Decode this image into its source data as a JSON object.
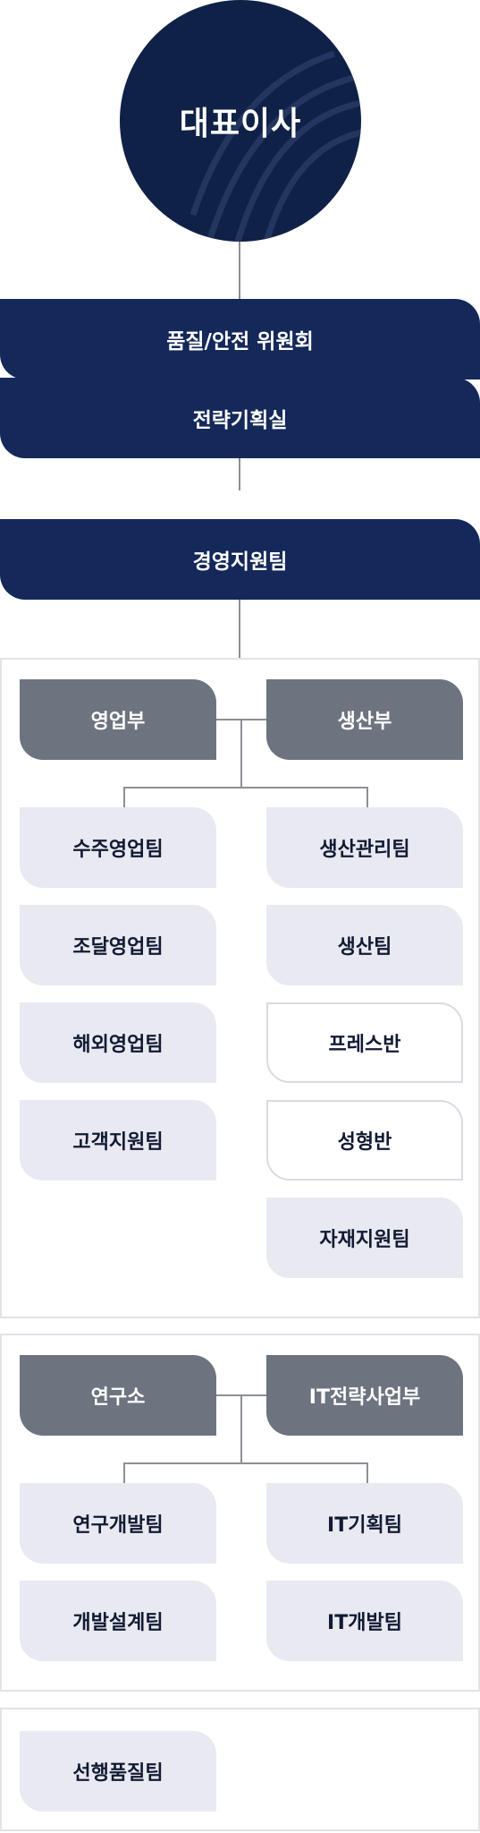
{
  "ceo": {
    "label": "대표이사"
  },
  "committees": [
    {
      "label": "품질/안전 위원회"
    },
    {
      "label": "전략기획실"
    },
    {
      "label": "경영지원팀"
    }
  ],
  "group1": {
    "divisions": [
      {
        "label": "영업부"
      },
      {
        "label": "생산부"
      }
    ],
    "left_teams": [
      {
        "label": "수주영업팀"
      },
      {
        "label": "조달영업팀"
      },
      {
        "label": "해외영업팀"
      },
      {
        "label": "고객지원팀"
      }
    ],
    "right_teams": [
      {
        "label": "생산관리팀"
      },
      {
        "label": "생산팀"
      },
      {
        "label": "프레스반"
      },
      {
        "label": "성형반"
      },
      {
        "label": "자재지원팀"
      }
    ]
  },
  "group2": {
    "divisions": [
      {
        "label": "연구소"
      },
      {
        "label": "IT전략사업부"
      }
    ],
    "left_teams": [
      {
        "label": "연구개발팀"
      },
      {
        "label": "개발설계팀"
      }
    ],
    "right_teams": [
      {
        "label": "IT기획팀"
      },
      {
        "label": "IT개발팀"
      }
    ]
  },
  "group3": {
    "teams": [
      {
        "label": "선행품질팀"
      }
    ]
  },
  "colors": {
    "navy": "#14285a",
    "ceo": "#0f2147",
    "division_grey": "#6d7480",
    "team_bg": "#e8e9f1"
  }
}
